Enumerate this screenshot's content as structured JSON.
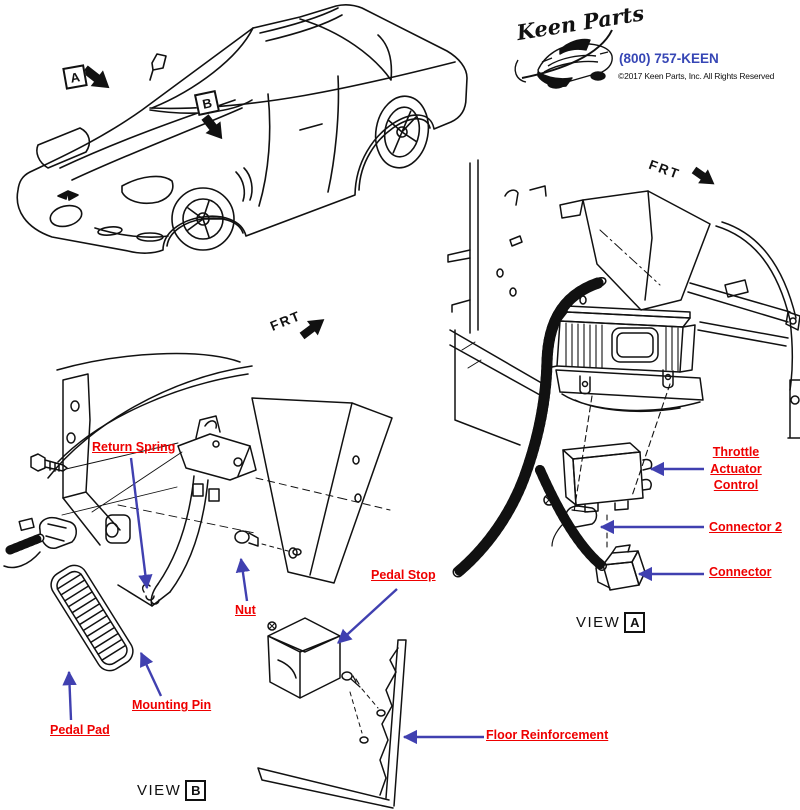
{
  "header": {
    "logo_script": "Keen Parts",
    "phone": "(800) 757-KEEN",
    "copyright": "©2017 Keen Parts, Inc. All Rights Reserved"
  },
  "overview": {
    "callout_a": "A",
    "callout_b": "B"
  },
  "view_b": {
    "frt": "FRT",
    "caption_word": "VIEW",
    "caption_letter": "B",
    "labels": {
      "return_spring": "Return Spring",
      "nut": "Nut",
      "pedal_stop": "Pedal Stop",
      "mounting_pin": "Mounting Pin",
      "pedal_pad": "Pedal Pad",
      "floor_reinforcement": "Floor Reinforcement"
    }
  },
  "view_a": {
    "frt": "FRT",
    "caption_word": "VIEW",
    "caption_letter": "A",
    "labels": {
      "throttle_line1": "Throttle",
      "throttle_line2": "Actuator",
      "throttle_line3": "Control",
      "connector_2": "Connector 2",
      "connector": "Connector"
    }
  },
  "colors": {
    "label_red": "#ee0000",
    "pointer_blue": "#4040b0",
    "phone_blue": "#3646b5",
    "line_black": "#111111",
    "background": "#ffffff"
  }
}
